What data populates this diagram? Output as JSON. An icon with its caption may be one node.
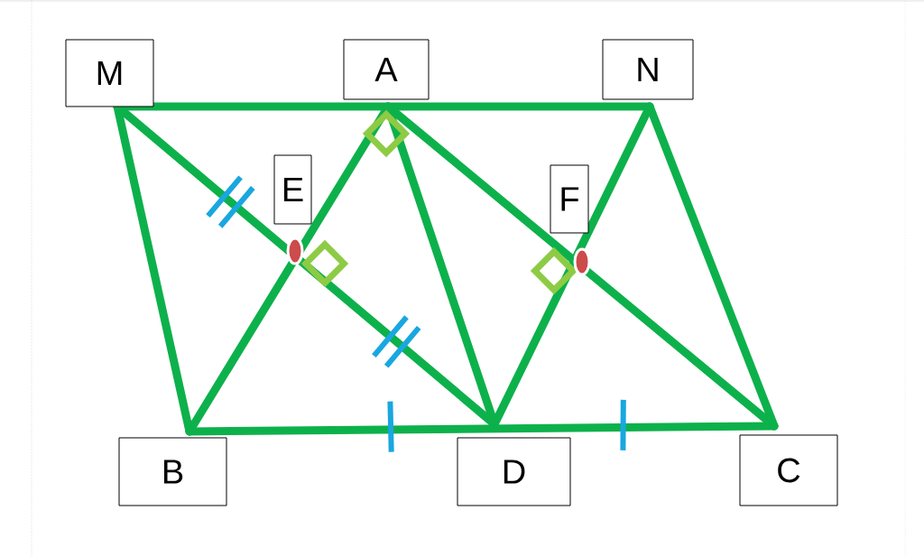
{
  "diagram": {
    "nodes": [
      {
        "text": [
          "M"
        ]
      },
      {
        "text": [
          "A"
        ]
      },
      {
        "text": [
          "N"
        ]
      },
      {
        "text": [
          "E"
        ]
      },
      {
        "text": [
          "F"
        ]
      },
      {
        "text": [
          "B"
        ]
      },
      {
        "text": [
          "D"
        ]
      },
      {
        "text": [
          "C"
        ]
      }
    ]
  }
}
